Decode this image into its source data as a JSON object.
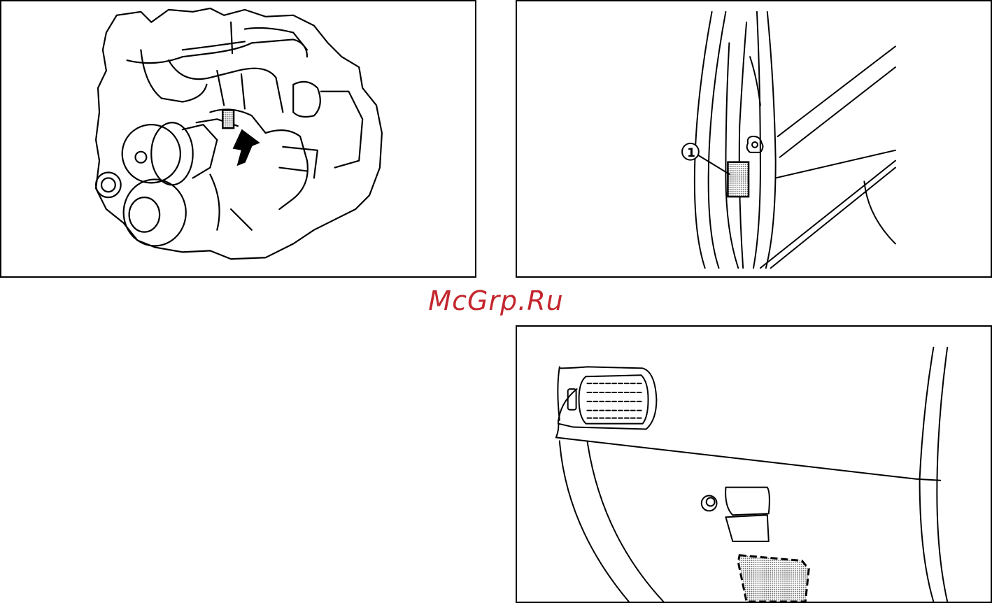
{
  "watermark": {
    "text": "McGrp.Ru",
    "color": "#c4262e"
  },
  "figures": [
    {
      "id": "engine",
      "icon": "engine-label-location-illustration"
    },
    {
      "id": "door-pillar",
      "icon": "door-pillar-label-illustration",
      "callout": "1"
    },
    {
      "id": "dashboard",
      "icon": "glove-box-label-illustration"
    }
  ]
}
